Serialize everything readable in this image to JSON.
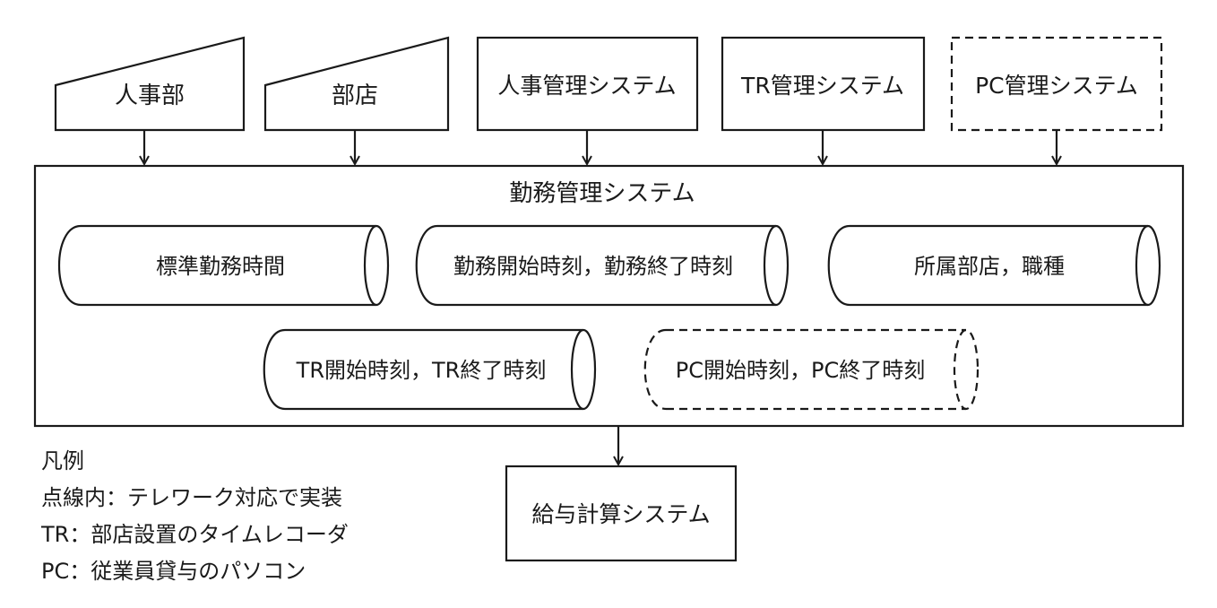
{
  "inputs": {
    "jinjibu": "人事部",
    "buten": "部店",
    "jinji_system": "人事管理システム",
    "tr_system": "TR管理システム",
    "pc_system": "PC管理システム"
  },
  "main_system": {
    "title": "勤務管理システム",
    "stores": [
      "標準勤務時間",
      "勤務開始時刻，勤務終了時刻",
      "所属部店，職種",
      "TR開始時刻，TR終了時刻",
      "PC開始時刻，PC終了時刻"
    ]
  },
  "output": {
    "payroll": "給与計算システム"
  },
  "legend": {
    "title": "凡例",
    "lines": [
      "点線内：テレワーク対応で実装",
      "TR：部店設置のタイムレコーダ",
      "PC：従業員貸与のパソコン"
    ]
  }
}
